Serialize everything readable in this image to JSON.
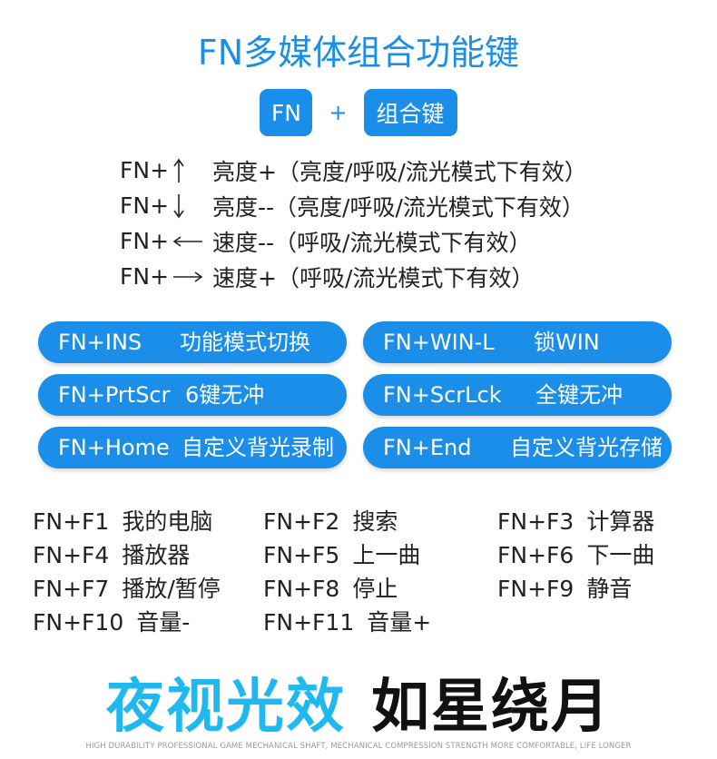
{
  "title": "FN多媒体组合功能键",
  "combo": {
    "fn": "FN",
    "plus": "+",
    "combo_key": "组合键"
  },
  "arrow_keys": [
    {
      "key": "FN+",
      "arrow_icon": "arrow-up-icon",
      "desc": "亮度+（亮度/呼吸/流光模式下有效）"
    },
    {
      "key": "FN+",
      "arrow_icon": "arrow-down-icon",
      "desc": "亮度--（亮度/呼吸/流光模式下有效）"
    },
    {
      "key": "FN+",
      "arrow_icon": "arrow-left-icon",
      "desc": "速度--（呼吸/流光模式下有效）"
    },
    {
      "key": "FN+",
      "arrow_icon": "arrow-right-icon",
      "desc": "速度+（呼吸/流光模式下有效）"
    }
  ],
  "pills": [
    {
      "key": "FN+INS",
      "desc": "功能模式切换"
    },
    {
      "key": "FN+WIN-L",
      "desc": "锁WIN"
    },
    {
      "key": "FN+PrtScr",
      "desc": "6键无冲"
    },
    {
      "key": "FN+ScrLck",
      "desc": "全键无冲"
    },
    {
      "key": "FN+Home",
      "desc": "自定义背光录制"
    },
    {
      "key": "FN+End",
      "desc": "自定义背光存储"
    }
  ],
  "f_keys": [
    {
      "key": "FN+F1",
      "desc": "我的电脑"
    },
    {
      "key": "FN+F2",
      "desc": "搜索"
    },
    {
      "key": "FN+F3",
      "desc": "计算器"
    },
    {
      "key": "FN+F4",
      "desc": "播放器"
    },
    {
      "key": "FN+F5",
      "desc": "上一曲"
    },
    {
      "key": "FN+F6",
      "desc": "下一曲"
    },
    {
      "key": "FN+F7",
      "desc": "播放/暂停"
    },
    {
      "key": "FN+F8",
      "desc": "停止"
    },
    {
      "key": "FN+F9",
      "desc": "静音"
    },
    {
      "key": "FN+F10",
      "desc": "音量-"
    },
    {
      "key": "FN+F11",
      "desc": "音量+"
    }
  ],
  "slogan": {
    "part1": "夜视光效",
    "part2": "如星绕月"
  },
  "tagline": "HIGH DURABILITY PROFESSIONAL GAME MECHANICAL SHAFT, MECHANICAL COMPRESSION STRENGTH MORE COMFORTABLE, LIFE LONGER",
  "colors": {
    "accent": "#1a8ee8",
    "slogan_blue": "#1fb8f0",
    "text": "#222222"
  }
}
